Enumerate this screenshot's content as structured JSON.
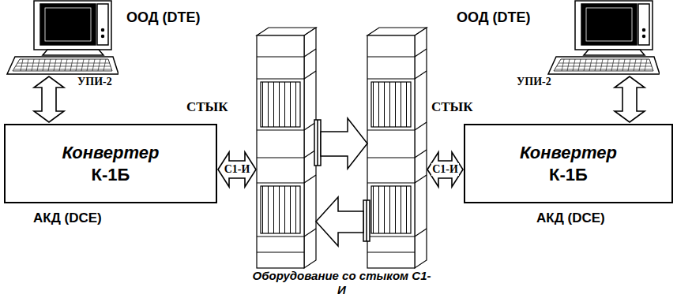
{
  "diagram": {
    "nodes": [
      {
        "text": [
          "ООД (DTE)"
        ]
      },
      {
        "text": [
          "Конвертер",
          "К-1Б",
          "АКД (DCE)"
        ]
      },
      {
        "text": [
          "Оборудование со стыком С1-И"
        ]
      },
      {
        "text": [
          "ООД (DTE)"
        ]
      },
      {
        "text": [
          "Конвертер",
          "К-1Б",
          "АКД (DCE)"
        ]
      }
    ],
    "edges": [
      {
        "from": 0,
        "to": 1,
        "arrow": "both",
        "label": "УПИ-2"
      },
      {
        "from": 1,
        "to": 2,
        "arrow": "both",
        "label": "С1-И"
      },
      {
        "from": 2,
        "to": 4,
        "arrow": "both",
        "label": "С1-И"
      },
      {
        "from": 3,
        "to": 4,
        "arrow": "both",
        "label": "УПИ-2"
      }
    ],
    "labels": [
      "СТЫК",
      "СТЫК"
    ]
  }
}
